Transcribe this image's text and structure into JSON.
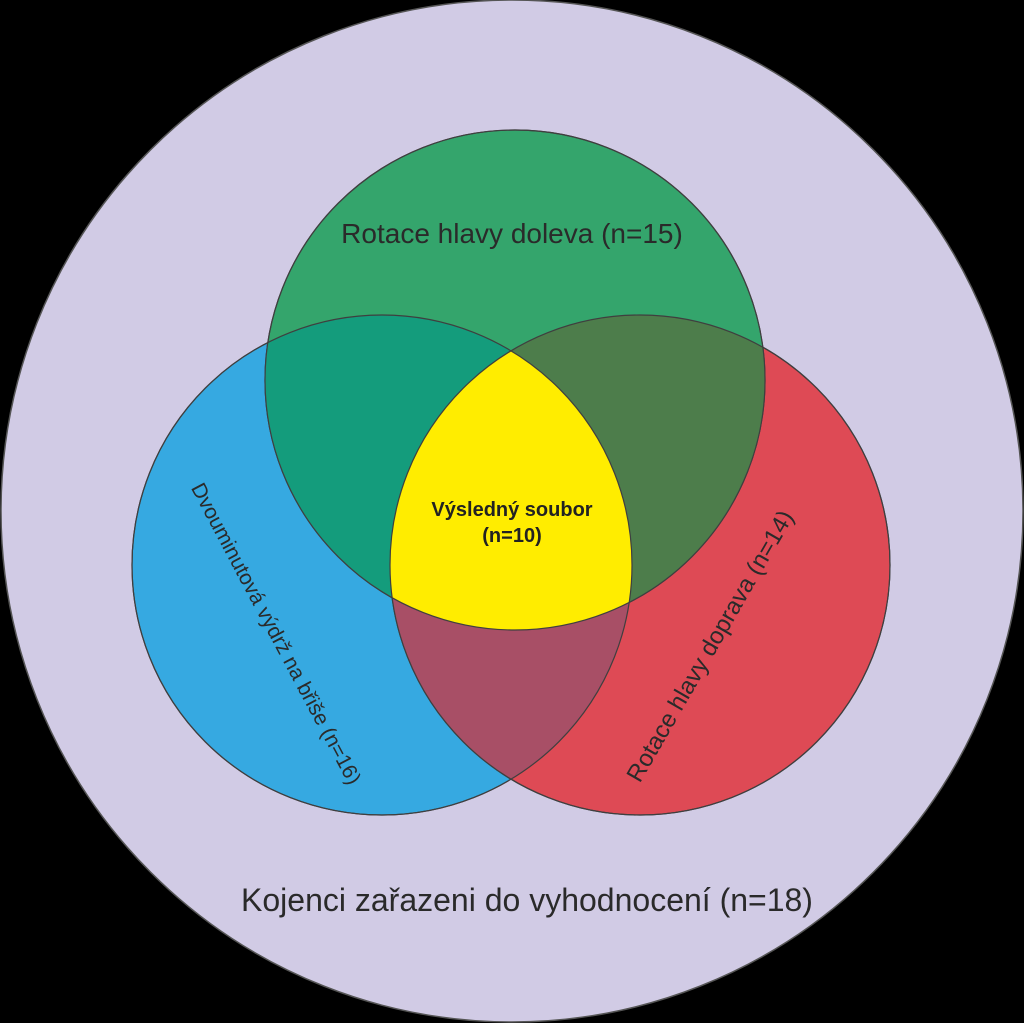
{
  "diagram": {
    "outer": {
      "label": "Kojenci zařazeni do vyhodnocení (n=18)",
      "color": "#d1cbe5"
    },
    "sets": {
      "top": {
        "label": "Rotace hlavy doleva (n=15)",
        "color": "#34a56c"
      },
      "left": {
        "label": "Dvouminutová výdrž na břiše (n=16)",
        "color": "#36a9e1"
      },
      "right": {
        "label": "Rotace hlavy doprava (n=14)",
        "color": "#de4a55"
      }
    },
    "intersections": {
      "top_left_color": "#149c7c",
      "top_right_color": "#4d7d4b",
      "left_right_color": "#a84f66"
    },
    "center": {
      "line1": "Výsledný soubor",
      "line2": "(n=10)",
      "color": "#ffed00"
    }
  }
}
